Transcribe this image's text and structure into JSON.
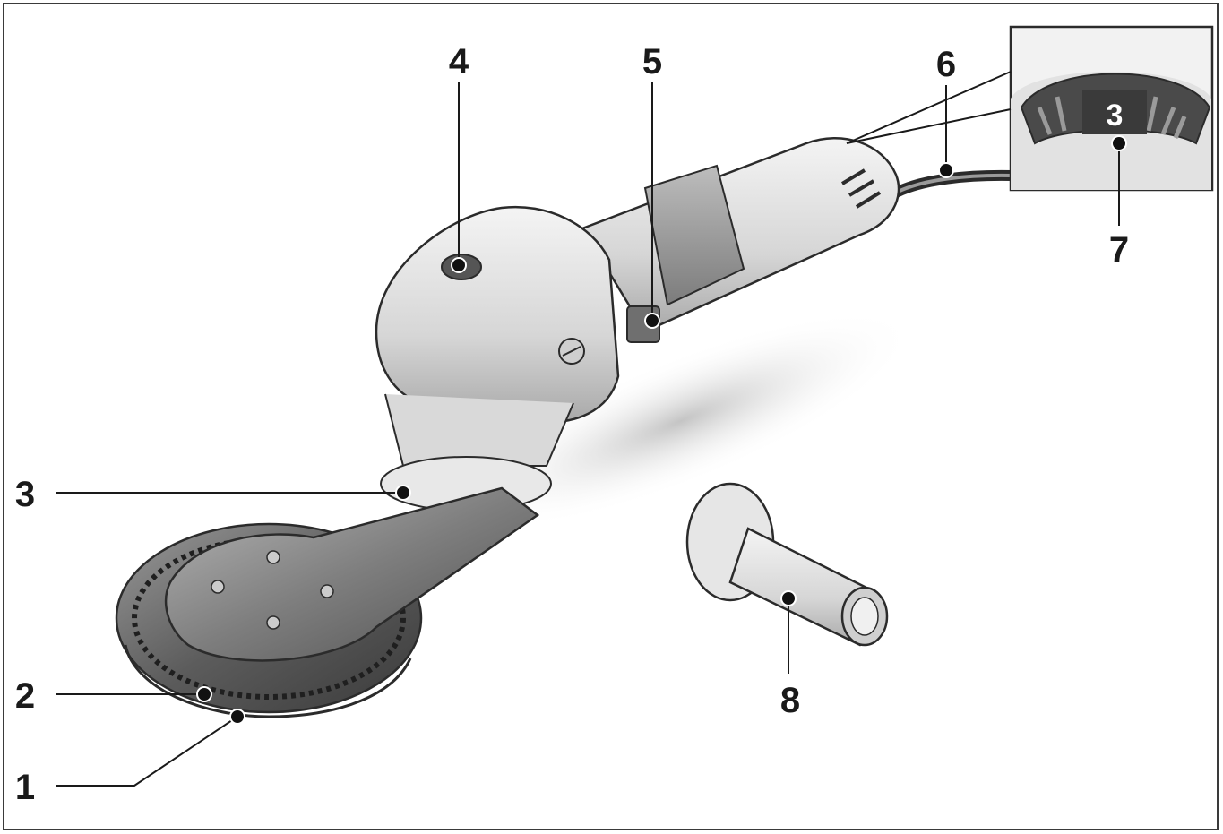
{
  "diagram": {
    "callouts": [
      "1",
      "2",
      "3",
      "4",
      "5",
      "6",
      "7",
      "8"
    ],
    "dial_setting": "3"
  },
  "colors": {
    "frame": "#3a3a3a",
    "body_light": "#e6e6e6",
    "body_mid": "#bdbdbd",
    "grip_dark": "#8a8a8a",
    "disc_dark": "#6e6e6e"
  }
}
